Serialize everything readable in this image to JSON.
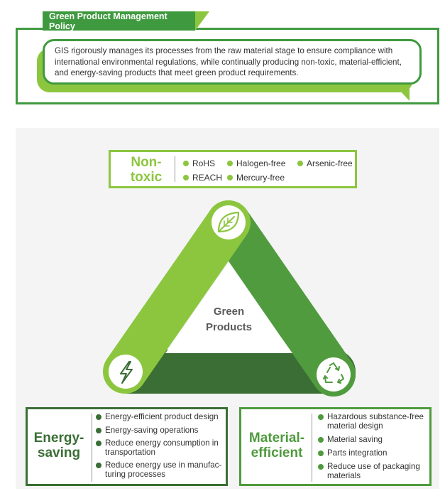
{
  "policy": {
    "tab_label": "Green Product Management Policy",
    "text": "GIS rigorously manages its processes from the raw material stage to ensure compliance with international environmental regulations, while continually producing non-toxic, material-efficient, and energy-saving products that meet green product requirements."
  },
  "center_label": {
    "line1": "Green",
    "line2": "Products"
  },
  "non_toxic": {
    "title_line1": "Non-",
    "title_line2": "toxic",
    "items": [
      "RoHS",
      "Halogen-free",
      "Arsenic-free",
      "REACH",
      "Mercury-free"
    ]
  },
  "energy_saving": {
    "title_line1": "Energy-",
    "title_line2": "saving",
    "items": [
      {
        "line1": "Energy-efficient product design",
        "line2": ""
      },
      {
        "line1": "Energy-saving operations",
        "line2": ""
      },
      {
        "line1": "Reduce energy consumption in",
        "line2": "transportation"
      },
      {
        "line1": "Reduce energy use in manufac-",
        "line2": "turing processes"
      }
    ]
  },
  "material_efficient": {
    "title_line1": "Material-",
    "title_line2": "efficient",
    "items": [
      {
        "line1": "Hazardous substance-free",
        "line2": "material design"
      },
      {
        "line1": "Material saving",
        "line2": ""
      },
      {
        "line1": "Parts integration",
        "line2": ""
      },
      {
        "line1": "Reduce use of packaging",
        "line2": "materials"
      }
    ]
  },
  "icons": {
    "top": "leaf-icon",
    "bottom_left": "lightning-bolt-icon",
    "bottom_right": "recycle-icon"
  },
  "colors": {
    "light_green": "#8cc63f",
    "mid_green": "#4f9b3d",
    "dark_green": "#3a6e34",
    "policy_green": "#3f9a3f"
  }
}
